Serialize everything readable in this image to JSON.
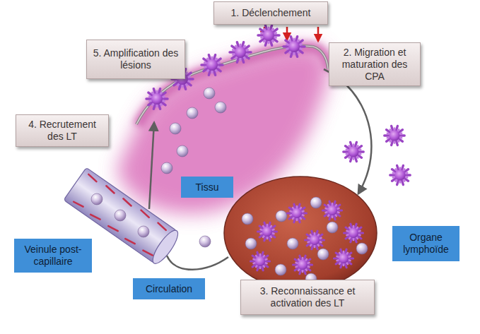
{
  "diagram": {
    "nodes": [
      {
        "text": [
          "1. Déclenchement"
        ]
      },
      {
        "text": [
          "5. Amplification des lésions"
        ]
      },
      {
        "text": [
          "2. Migration et maturation des CPA"
        ]
      },
      {
        "text": [
          "4. Recrutement des LT"
        ]
      },
      {
        "text": [
          "Tissu"
        ]
      },
      {
        "text": [
          "Organe lymphoïde"
        ]
      },
      {
        "text": [
          "Veinule post-capillaire"
        ]
      },
      {
        "text": [
          "3. Reconnaissance et activation des LT"
        ]
      },
      {
        "text": [
          "Circulation"
        ]
      }
    ]
  }
}
